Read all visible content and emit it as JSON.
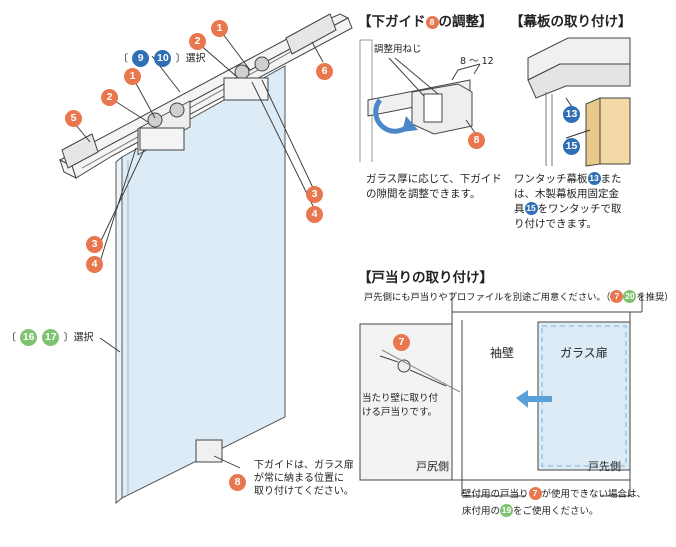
{
  "main_figure": {
    "select_top": {
      "bracket_open": "〔",
      "items": [
        "9",
        "10"
      ],
      "bracket_close": "〕",
      "suffix": "選択"
    },
    "select_left": {
      "bracket_open": "〔",
      "items": [
        "16",
        "17"
      ],
      "bracket_close": "〕",
      "suffix": "選択"
    },
    "callouts": {
      "c1a": "1",
      "c1b": "1",
      "c2a": "2",
      "c2b": "2",
      "c3a": "3",
      "c4a": "4",
      "c3b": "3",
      "c4b": "4",
      "c5": "5",
      "c6": "6",
      "c8": "8"
    },
    "bottom_note": [
      "下ガイドは、ガラス扉",
      "が常に納まる位置に",
      "取り付けてください。"
    ]
  },
  "lower_guide": {
    "heading_prefix": "【下ガイド",
    "heading_badge": "8",
    "heading_suffix": "の調整】",
    "label_screw": "調整用ねじ",
    "label_range": "8 ～ 12",
    "badge": "8",
    "note_line1": "ガラス厚に応じて、下ガイド",
    "note_line2": "の隙間を調整できます。"
  },
  "valance": {
    "heading": "【幕板の取り付け】",
    "badge_a": "13",
    "badge_b": "15",
    "note_l1_a": "ワンタッチ幕板",
    "note_l1_badge": "13",
    "note_l1_b": "また",
    "note_l2": "は、木製幕板用固定金",
    "note_l3_a": "具",
    "note_l3_badge": "15",
    "note_l3_b": "をワンタッチで取",
    "note_l4": "り付けできます。"
  },
  "door_stop": {
    "heading": "【戸当りの取り付け】",
    "subnote_a": "戸先側にも戸当りやプロファイルを別途ご用意ください。（",
    "subnote_b7": "7",
    "subnote_b20": "20",
    "subnote_c": "を推奨）",
    "badge7": "7",
    "wall_note": [
      "当たり壁に取り付",
      "ける戸当りです。"
    ],
    "sleeve_wall": "袖壁",
    "glass_door": "ガラス扉",
    "back_side": "戸尻側",
    "front_side": "戸先側",
    "footer_l1_a": "壁付用の戸当り",
    "footer_l1_badge": "7",
    "footer_l1_b": "が使用できない場合は、",
    "footer_l2_a": "床付用の",
    "footer_l2_badge": "19",
    "footer_l2_b": "をご使用ください。"
  },
  "colors": {
    "orange": "#e8774f",
    "blue": "#2f6fb5",
    "green": "#7dc36f",
    "glass": "#dcebf5",
    "wood": "#f2d9a6",
    "arrow": "#5aa0d8"
  }
}
